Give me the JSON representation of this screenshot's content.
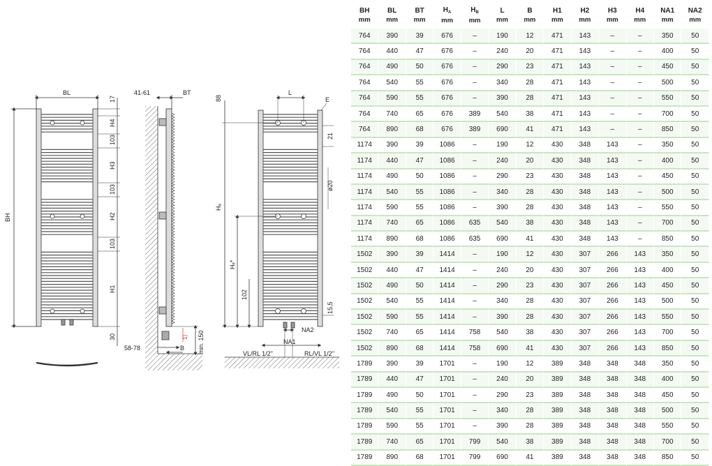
{
  "drawing": {
    "labels": {
      "bl": "BL",
      "bh": "BH",
      "h1": "H1",
      "h2": "H2",
      "h3": "H3",
      "h4": "H4",
      "d17": "17",
      "d103a": "103",
      "d103b": "103",
      "d103c": "103",
      "d30": "30",
      "side_top": "41-61",
      "bt": "BT",
      "side_bottom": "58-78",
      "b": "B",
      "note1": "1)",
      "min150": "min. 150",
      "d88": "88",
      "l": "L",
      "e": "E",
      "d21": "21",
      "d20": "ø20",
      "d15_5": "15,5",
      "ha": "Hₐ",
      "hb": "Hₑ*",
      "d102": "102",
      "na2": "NA2",
      "na1": "NA1",
      "vl": "VL/RL 1/2\"",
      "rl": "RL/VL 1/2\""
    }
  },
  "table": {
    "headers": [
      {
        "main": "BH",
        "sub": "",
        "unit": "mm"
      },
      {
        "main": "BL",
        "sub": "",
        "unit": "mm"
      },
      {
        "main": "BT",
        "sub": "",
        "unit": "mm"
      },
      {
        "main": "H",
        "sub": "A",
        "unit": "mm"
      },
      {
        "main": "H",
        "sub": "B",
        "unit": "mm"
      },
      {
        "main": "L",
        "sub": "",
        "unit": "mm"
      },
      {
        "main": "B",
        "sub": "",
        "unit": "mm"
      },
      {
        "main": "H1",
        "sub": "",
        "unit": "mm"
      },
      {
        "main": "H2",
        "sub": "",
        "unit": "mm"
      },
      {
        "main": "H3",
        "sub": "",
        "unit": "mm"
      },
      {
        "main": "H4",
        "sub": "",
        "unit": "mm"
      },
      {
        "main": "NA1",
        "sub": "",
        "unit": "mm"
      },
      {
        "main": "NA2",
        "sub": "",
        "unit": "mm"
      }
    ],
    "rows": [
      [
        "764",
        "390",
        "39",
        "676",
        "–",
        "190",
        "12",
        "471",
        "143",
        "–",
        "–",
        "350",
        "50"
      ],
      [
        "764",
        "440",
        "47",
        "676",
        "–",
        "240",
        "20",
        "471",
        "143",
        "–",
        "–",
        "400",
        "50"
      ],
      [
        "764",
        "490",
        "50",
        "676",
        "–",
        "290",
        "23",
        "471",
        "143",
        "–",
        "–",
        "450",
        "50"
      ],
      [
        "764",
        "540",
        "55",
        "676",
        "–",
        "340",
        "28",
        "471",
        "143",
        "–",
        "–",
        "500",
        "50"
      ],
      [
        "764",
        "590",
        "55",
        "676",
        "–",
        "390",
        "28",
        "471",
        "143",
        "–",
        "–",
        "550",
        "50"
      ],
      [
        "764",
        "740",
        "65",
        "676",
        "389",
        "540",
        "38",
        "471",
        "143",
        "–",
        "–",
        "700",
        "50"
      ],
      [
        "764",
        "890",
        "68",
        "676",
        "389",
        "690",
        "41",
        "471",
        "143",
        "–",
        "–",
        "850",
        "50"
      ],
      [
        "1174",
        "390",
        "39",
        "1086",
        "–",
        "190",
        "12",
        "430",
        "348",
        "143",
        "–",
        "350",
        "50"
      ],
      [
        "1174",
        "440",
        "47",
        "1086",
        "–",
        "240",
        "20",
        "430",
        "348",
        "143",
        "–",
        "400",
        "50"
      ],
      [
        "1174",
        "490",
        "50",
        "1086",
        "–",
        "290",
        "23",
        "430",
        "348",
        "143",
        "–",
        "450",
        "50"
      ],
      [
        "1174",
        "540",
        "55",
        "1086",
        "–",
        "340",
        "28",
        "430",
        "348",
        "143",
        "–",
        "500",
        "50"
      ],
      [
        "1174",
        "590",
        "55",
        "1086",
        "–",
        "390",
        "28",
        "430",
        "348",
        "143",
        "–",
        "550",
        "50"
      ],
      [
        "1174",
        "740",
        "65",
        "1086",
        "635",
        "540",
        "38",
        "430",
        "348",
        "143",
        "–",
        "700",
        "50"
      ],
      [
        "1174",
        "890",
        "68",
        "1086",
        "635",
        "690",
        "41",
        "430",
        "348",
        "143",
        "–",
        "850",
        "50"
      ],
      [
        "1502",
        "390",
        "39",
        "1414",
        "–",
        "190",
        "12",
        "430",
        "307",
        "266",
        "143",
        "350",
        "50"
      ],
      [
        "1502",
        "440",
        "47",
        "1414",
        "–",
        "240",
        "20",
        "430",
        "307",
        "266",
        "143",
        "400",
        "50"
      ],
      [
        "1502",
        "490",
        "50",
        "1414",
        "–",
        "290",
        "23",
        "430",
        "307",
        "266",
        "143",
        "450",
        "50"
      ],
      [
        "1502",
        "540",
        "55",
        "1414",
        "–",
        "340",
        "28",
        "430",
        "307",
        "266",
        "143",
        "500",
        "50"
      ],
      [
        "1502",
        "590",
        "55",
        "1414",
        "–",
        "390",
        "28",
        "430",
        "307",
        "266",
        "143",
        "550",
        "50"
      ],
      [
        "1502",
        "740",
        "65",
        "1414",
        "758",
        "540",
        "38",
        "430",
        "307",
        "266",
        "143",
        "700",
        "50"
      ],
      [
        "1502",
        "890",
        "68",
        "1414",
        "758",
        "690",
        "41",
        "430",
        "307",
        "266",
        "143",
        "850",
        "50"
      ],
      [
        "1789",
        "390",
        "39",
        "1701",
        "–",
        "190",
        "12",
        "389",
        "348",
        "348",
        "348",
        "350",
        "50"
      ],
      [
        "1789",
        "440",
        "47",
        "1701",
        "–",
        "240",
        "20",
        "389",
        "348",
        "348",
        "348",
        "400",
        "50"
      ],
      [
        "1789",
        "490",
        "50",
        "1701",
        "–",
        "290",
        "23",
        "389",
        "348",
        "348",
        "348",
        "450",
        "50"
      ],
      [
        "1789",
        "540",
        "55",
        "1701",
        "–",
        "340",
        "28",
        "389",
        "348",
        "348",
        "348",
        "500",
        "50"
      ],
      [
        "1789",
        "590",
        "55",
        "1701",
        "–",
        "390",
        "28",
        "389",
        "348",
        "348",
        "348",
        "550",
        "50"
      ],
      [
        "1789",
        "740",
        "65",
        "1701",
        "799",
        "540",
        "38",
        "389",
        "348",
        "348",
        "348",
        "700",
        "50"
      ],
      [
        "1789",
        "890",
        "68",
        "1701",
        "799",
        "690",
        "41",
        "389",
        "348",
        "348",
        "348",
        "850",
        "50"
      ]
    ]
  }
}
